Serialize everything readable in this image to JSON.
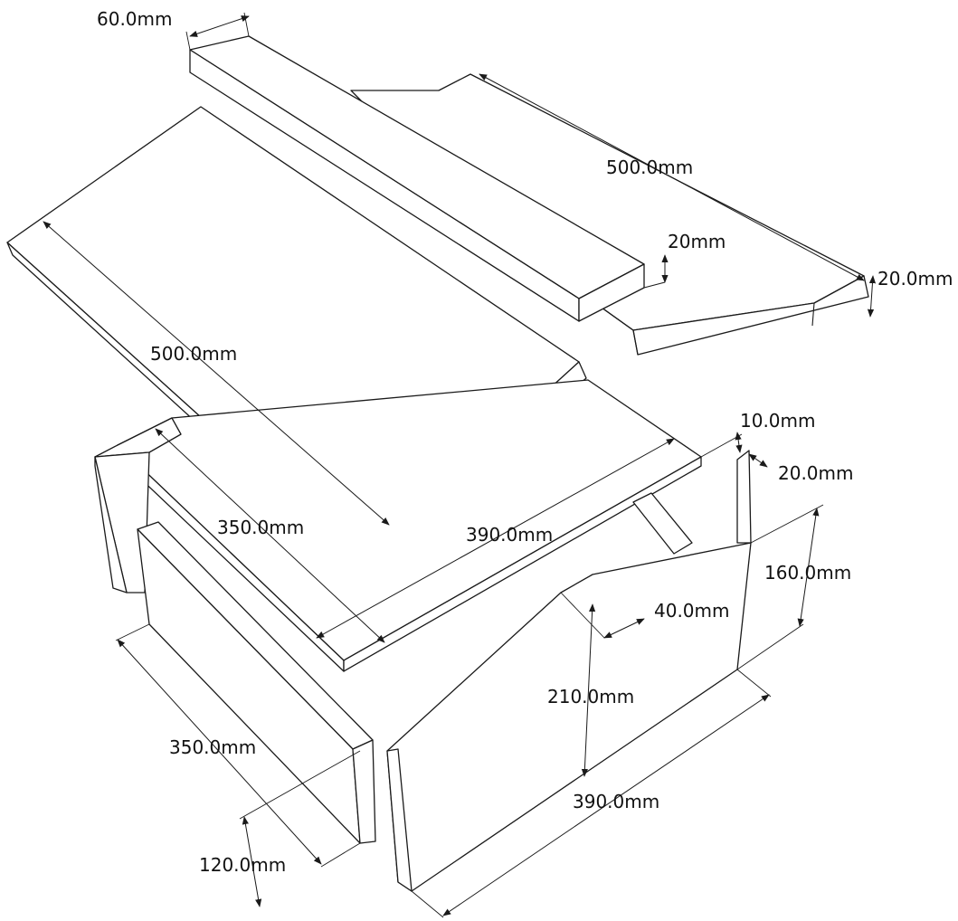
{
  "dimensions": {
    "top_width": "60.0mm",
    "top_length": "500.0mm",
    "top_step": "20mm",
    "top_side_thickness": "20.0mm",
    "roof_length": "500.0mm",
    "roof_thickness": "10.0mm",
    "floor_depth": "350.0mm",
    "floor_width": "390.0mm",
    "side_thickness": "20.0mm",
    "side_height_back": "160.0mm",
    "step_depth": "40.0mm",
    "side_height_front": "210.0mm",
    "side_length": "390.0mm",
    "back_length": "350.0mm",
    "back_height": "120.0mm"
  },
  "colors": {
    "line": "#1a1a1a",
    "background": "#ffffff"
  }
}
